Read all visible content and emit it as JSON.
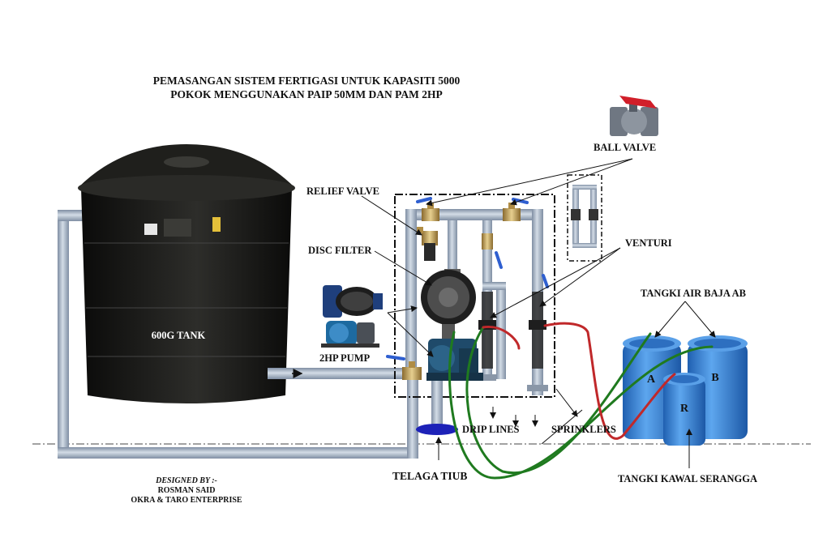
{
  "title": {
    "line1": "PEMASANGAN SISTEM FERTIGASI UNTUK KAPASITI 5000",
    "line2": "POKOK MENGGUNAKAN PAIP 50MM DAN PAM 2HP"
  },
  "labels": {
    "ball_valve": "BALL VALVE",
    "relief_valve": "RELIEF VALVE",
    "disc_filter": "DISC FILTER",
    "venturi": "VENTURI",
    "tank": "600G TANK",
    "pump": "2HP PUMP",
    "tangki_air_baja": "TANGKI AIR BAJA AB",
    "drip_lines": "DRIP LINES",
    "sprinklers": "SPRINKLERS",
    "telaga_tiub": "TELAGA TIUB",
    "tangki_kawal": "TANGKI KAWAL SERANGGA",
    "drum_a": "A",
    "drum_b": "B",
    "drum_r": "R"
  },
  "credits": {
    "designed_by": "DESIGNED BY :-",
    "name": "ROSMAN SAID",
    "company": "OKRA & TARO ENTERPRISE"
  },
  "colors": {
    "pipe": "#a9b7c8",
    "tank": "#1c1c1a",
    "drum": "#2f7bd6",
    "hose_green": "#1f7a1f",
    "hose_red": "#c0282a",
    "valve_handle": "#2f5fd0",
    "ball_valve_handle": "#d11f2a",
    "well_cap": "#1d22b8"
  }
}
